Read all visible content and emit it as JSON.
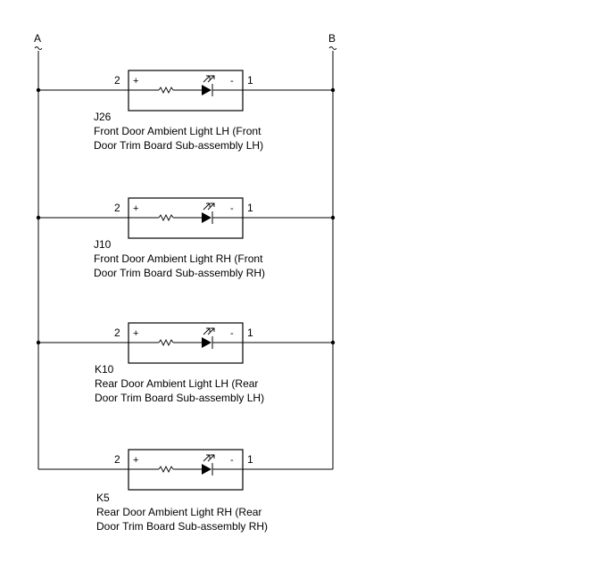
{
  "buses": {
    "left": "A",
    "right": "B"
  },
  "components": [
    {
      "code": "J26",
      "name_line1": "Front Door Ambient Light LH (Front",
      "name_line2": "Door Trim Board Sub-assembly LH)",
      "pin_left": "2",
      "pin_right": "1",
      "plus": "+",
      "minus": "-"
    },
    {
      "code": "J10",
      "name_line1": "Front Door Ambient Light RH (Front",
      "name_line2": "Door Trim Board Sub-assembly RH)",
      "pin_left": "2",
      "pin_right": "1",
      "plus": "+",
      "minus": "-"
    },
    {
      "code": "K10",
      "name_line1": "Rear Door Ambient Light LH (Rear",
      "name_line2": "Door Trim Board Sub-assembly LH)",
      "pin_left": "2",
      "pin_right": "1",
      "plus": "+",
      "minus": "-"
    },
    {
      "code": "K5",
      "name_line1": "Rear Door Ambient Light RH (Rear",
      "name_line2": "Door Trim Board Sub-assembly RH)",
      "pin_left": "2",
      "pin_right": "1",
      "plus": "+",
      "minus": "-"
    }
  ]
}
